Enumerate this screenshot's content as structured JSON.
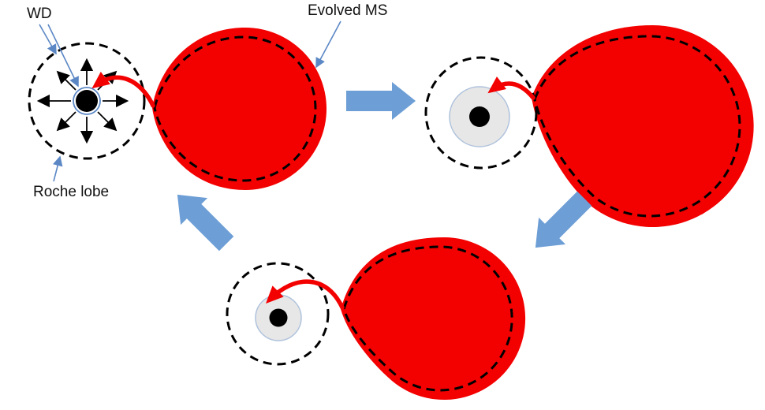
{
  "labels": {
    "wd": "WD",
    "evolved_ms": "Evolved MS",
    "roche_lobe": "Roche lobe"
  },
  "colors": {
    "star_red": "#F30000",
    "arrow_blue": "#6D9ED6",
    "pointer_blue": "#5B87C5",
    "disk_gray": "#E7E7E7",
    "disk_border": "#AFC2DC",
    "background": "#FFFFFF"
  }
}
